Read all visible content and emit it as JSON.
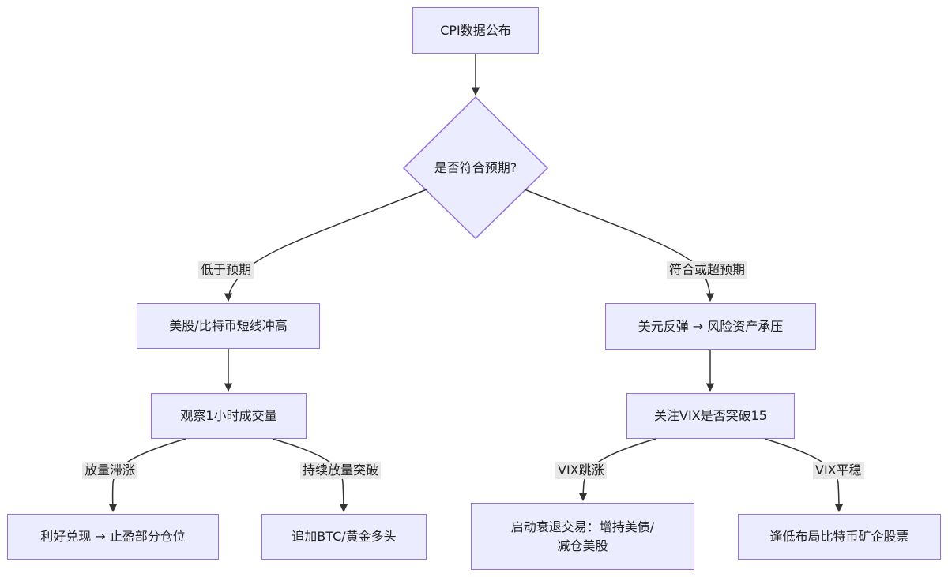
{
  "diagram": {
    "nodes": {
      "cpi_release": "CPI数据公布",
      "decision": "是否符合预期?",
      "stocks_btc_rally": "美股/比特币短线冲高",
      "usd_rebound": "美元反弹 → 风险资产承压",
      "watch_volume": "观察1小时成交量",
      "watch_vix": "关注VIX是否突破15",
      "take_profit": "利好兑现 → 止盈部分仓位",
      "add_long": "追加BTC/黄金多头",
      "recession_trade": "启动衰退交易：增持美债/\n减仓美股",
      "buy_miners": "逢低布局比特币矿企股票"
    },
    "edges": {
      "below_expectation": "低于预期",
      "meet_or_exceed": "符合或超预期",
      "volume_stall": "放量滞涨",
      "sustained_breakout": "持续放量突破",
      "vix_spike": "VIX跳涨",
      "vix_stable": "VIX平稳"
    },
    "colors": {
      "node_fill": "#ececff",
      "node_stroke": "#9370db",
      "edge": "#333333",
      "edge_label_bg": "#e8e8e8"
    }
  }
}
